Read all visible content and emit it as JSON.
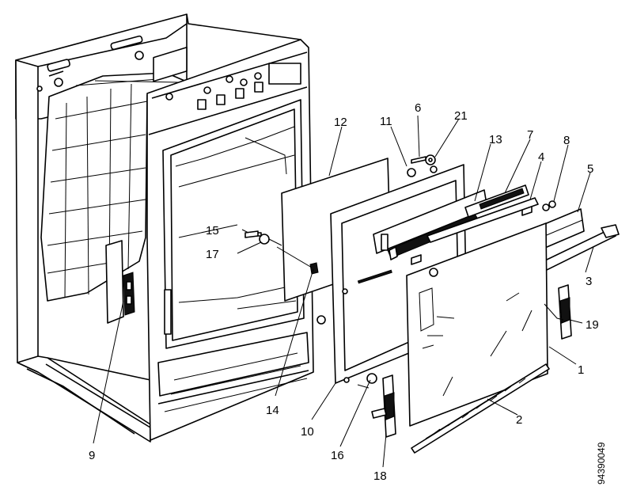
{
  "callouts": [
    {
      "id": "c1",
      "number": "1"
    },
    {
      "id": "c2",
      "number": "2"
    },
    {
      "id": "c3",
      "number": "3"
    },
    {
      "id": "c4",
      "number": "4"
    },
    {
      "id": "c5",
      "number": "5"
    },
    {
      "id": "c6",
      "number": "6"
    },
    {
      "id": "c7",
      "number": "7"
    },
    {
      "id": "c8",
      "number": "8"
    },
    {
      "id": "c9",
      "number": "9"
    },
    {
      "id": "c10",
      "number": "10"
    },
    {
      "id": "c11",
      "number": "11"
    },
    {
      "id": "c12",
      "number": "12"
    },
    {
      "id": "c13",
      "number": "13"
    },
    {
      "id": "c14",
      "number": "14"
    },
    {
      "id": "c15",
      "number": "15"
    },
    {
      "id": "c16",
      "number": "16"
    },
    {
      "id": "c17",
      "number": "17"
    },
    {
      "id": "c18",
      "number": "18"
    },
    {
      "id": "c19",
      "number": "19"
    },
    {
      "id": "c21",
      "number": "21"
    }
  ],
  "drawing_code": "94390049"
}
